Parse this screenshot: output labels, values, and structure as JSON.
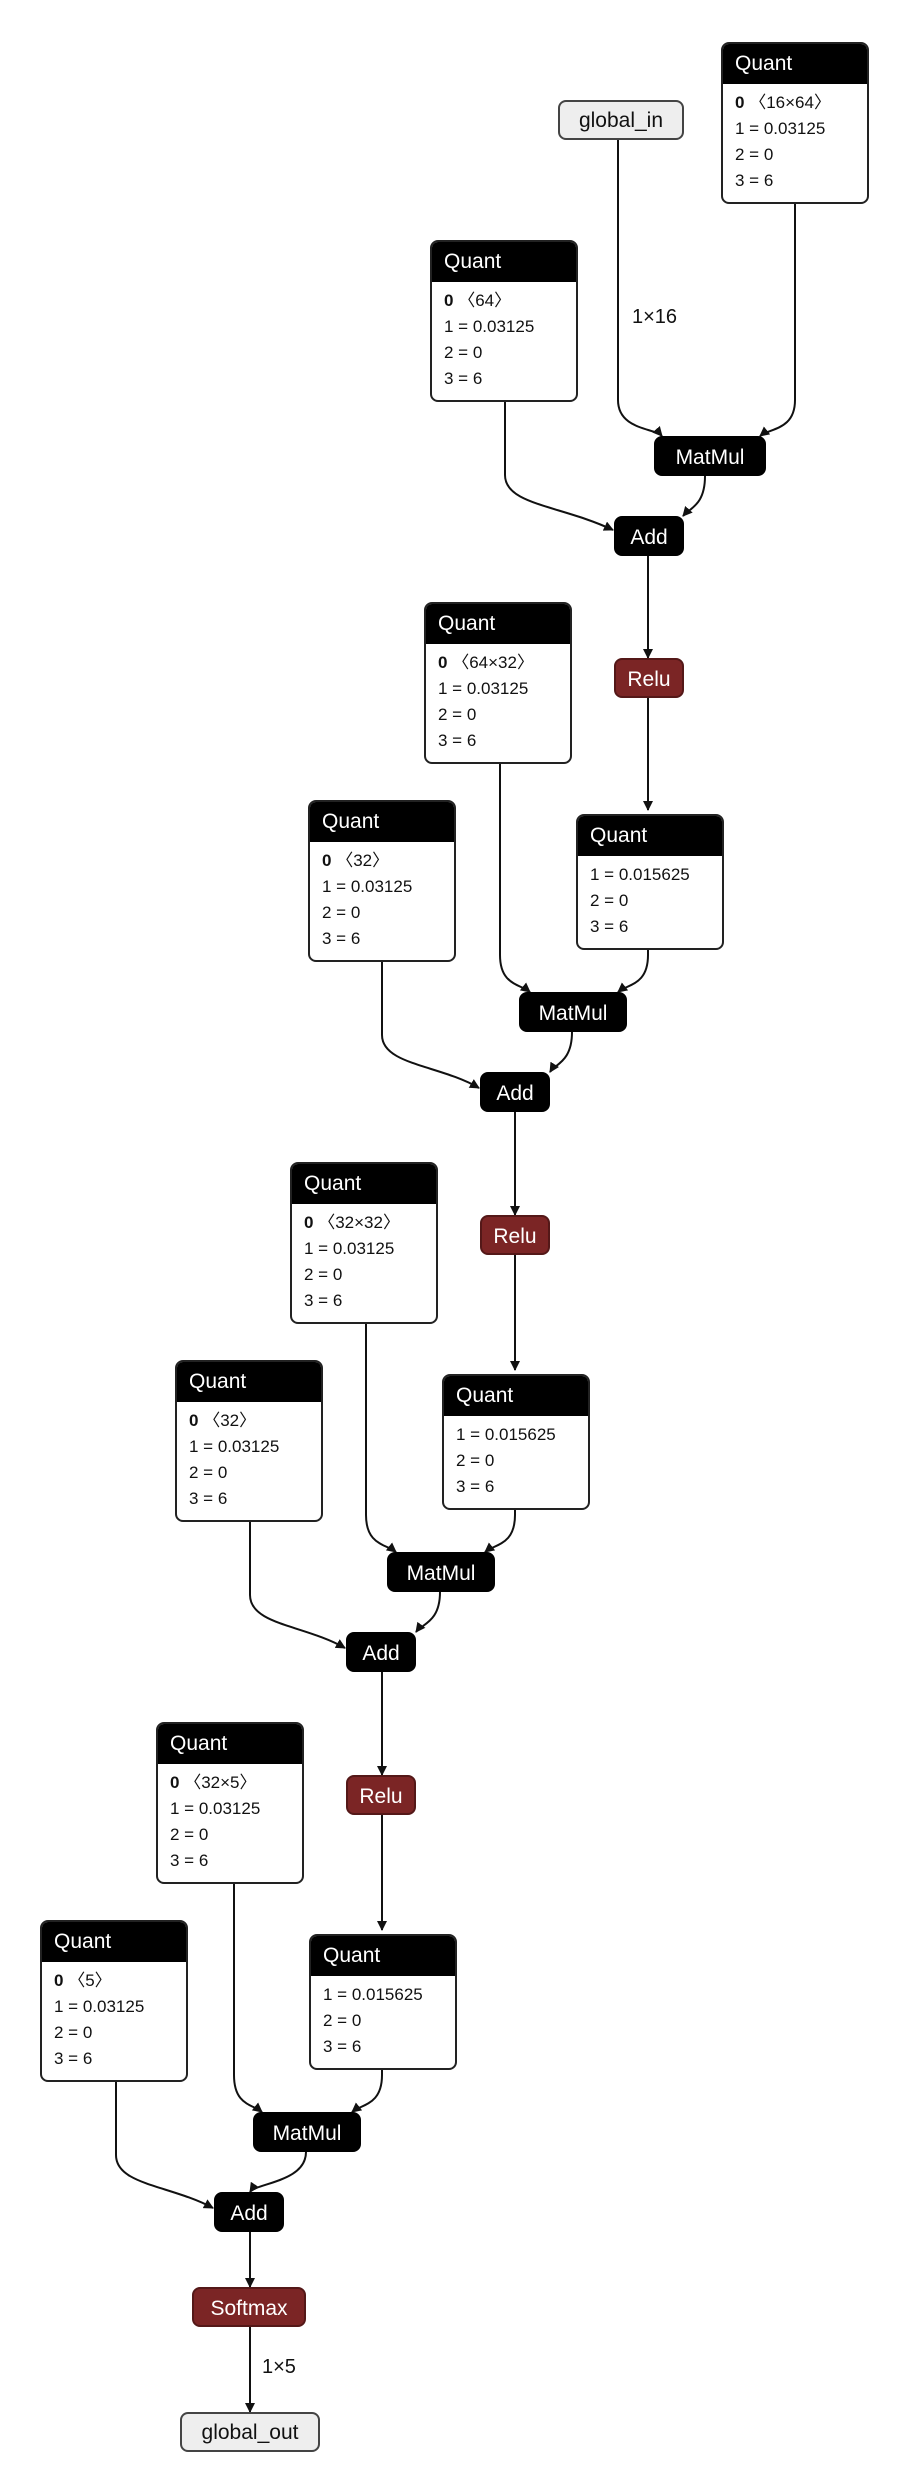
{
  "io": {
    "input": "global_in",
    "output": "global_out"
  },
  "edge_labels": {
    "input_shape": "1×16",
    "output_shape": "1×5"
  },
  "ops": {
    "matmul": "MatMul",
    "add": "Add",
    "relu": "Relu",
    "softmax": "Softmax"
  },
  "quant_title": "Quant",
  "quant_nodes": [
    {
      "id": "q_w1",
      "rows": [
        {
          "key": "0",
          "value": "〈16×64〉"
        },
        {
          "key": "",
          "value": "1 = 0.03125"
        },
        {
          "key": "",
          "value": "2 = 0"
        },
        {
          "key": "",
          "value": "3 = 6"
        }
      ]
    },
    {
      "id": "q_b1",
      "rows": [
        {
          "key": "0",
          "value": "〈64〉"
        },
        {
          "key": "",
          "value": "1 = 0.03125"
        },
        {
          "key": "",
          "value": "2 = 0"
        },
        {
          "key": "",
          "value": "3 = 6"
        }
      ]
    },
    {
      "id": "q_w2",
      "rows": [
        {
          "key": "0",
          "value": "〈64×32〉"
        },
        {
          "key": "",
          "value": "1 = 0.03125"
        },
        {
          "key": "",
          "value": "2 = 0"
        },
        {
          "key": "",
          "value": "3 = 6"
        }
      ]
    },
    {
      "id": "q_b2",
      "rows": [
        {
          "key": "0",
          "value": "〈32〉"
        },
        {
          "key": "",
          "value": "1 = 0.03125"
        },
        {
          "key": "",
          "value": "2 = 0"
        },
        {
          "key": "",
          "value": "3 = 6"
        }
      ]
    },
    {
      "id": "q_a1",
      "rows": [
        {
          "key": "",
          "value": "1 = 0.015625"
        },
        {
          "key": "",
          "value": "2 = 0"
        },
        {
          "key": "",
          "value": "3 = 6"
        }
      ]
    },
    {
      "id": "q_w3",
      "rows": [
        {
          "key": "0",
          "value": "〈32×32〉"
        },
        {
          "key": "",
          "value": "1 = 0.03125"
        },
        {
          "key": "",
          "value": "2 = 0"
        },
        {
          "key": "",
          "value": "3 = 6"
        }
      ]
    },
    {
      "id": "q_b3",
      "rows": [
        {
          "key": "0",
          "value": "〈32〉"
        },
        {
          "key": "",
          "value": "1 = 0.03125"
        },
        {
          "key": "",
          "value": "2 = 0"
        },
        {
          "key": "",
          "value": "3 = 6"
        }
      ]
    },
    {
      "id": "q_a2",
      "rows": [
        {
          "key": "",
          "value": "1 = 0.015625"
        },
        {
          "key": "",
          "value": "2 = 0"
        },
        {
          "key": "",
          "value": "3 = 6"
        }
      ]
    },
    {
      "id": "q_w4",
      "rows": [
        {
          "key": "0",
          "value": "〈32×5〉"
        },
        {
          "key": "",
          "value": "1 = 0.03125"
        },
        {
          "key": "",
          "value": "2 = 0"
        },
        {
          "key": "",
          "value": "3 = 6"
        }
      ]
    },
    {
      "id": "q_b4",
      "rows": [
        {
          "key": "0",
          "value": "〈5〉"
        },
        {
          "key": "",
          "value": "1 = 0.03125"
        },
        {
          "key": "",
          "value": "2 = 0"
        },
        {
          "key": "",
          "value": "3 = 6"
        }
      ]
    },
    {
      "id": "q_a3",
      "rows": [
        {
          "key": "",
          "value": "1 = 0.015625"
        },
        {
          "key": "",
          "value": "2 = 0"
        },
        {
          "key": "",
          "value": "3 = 6"
        }
      ]
    }
  ]
}
